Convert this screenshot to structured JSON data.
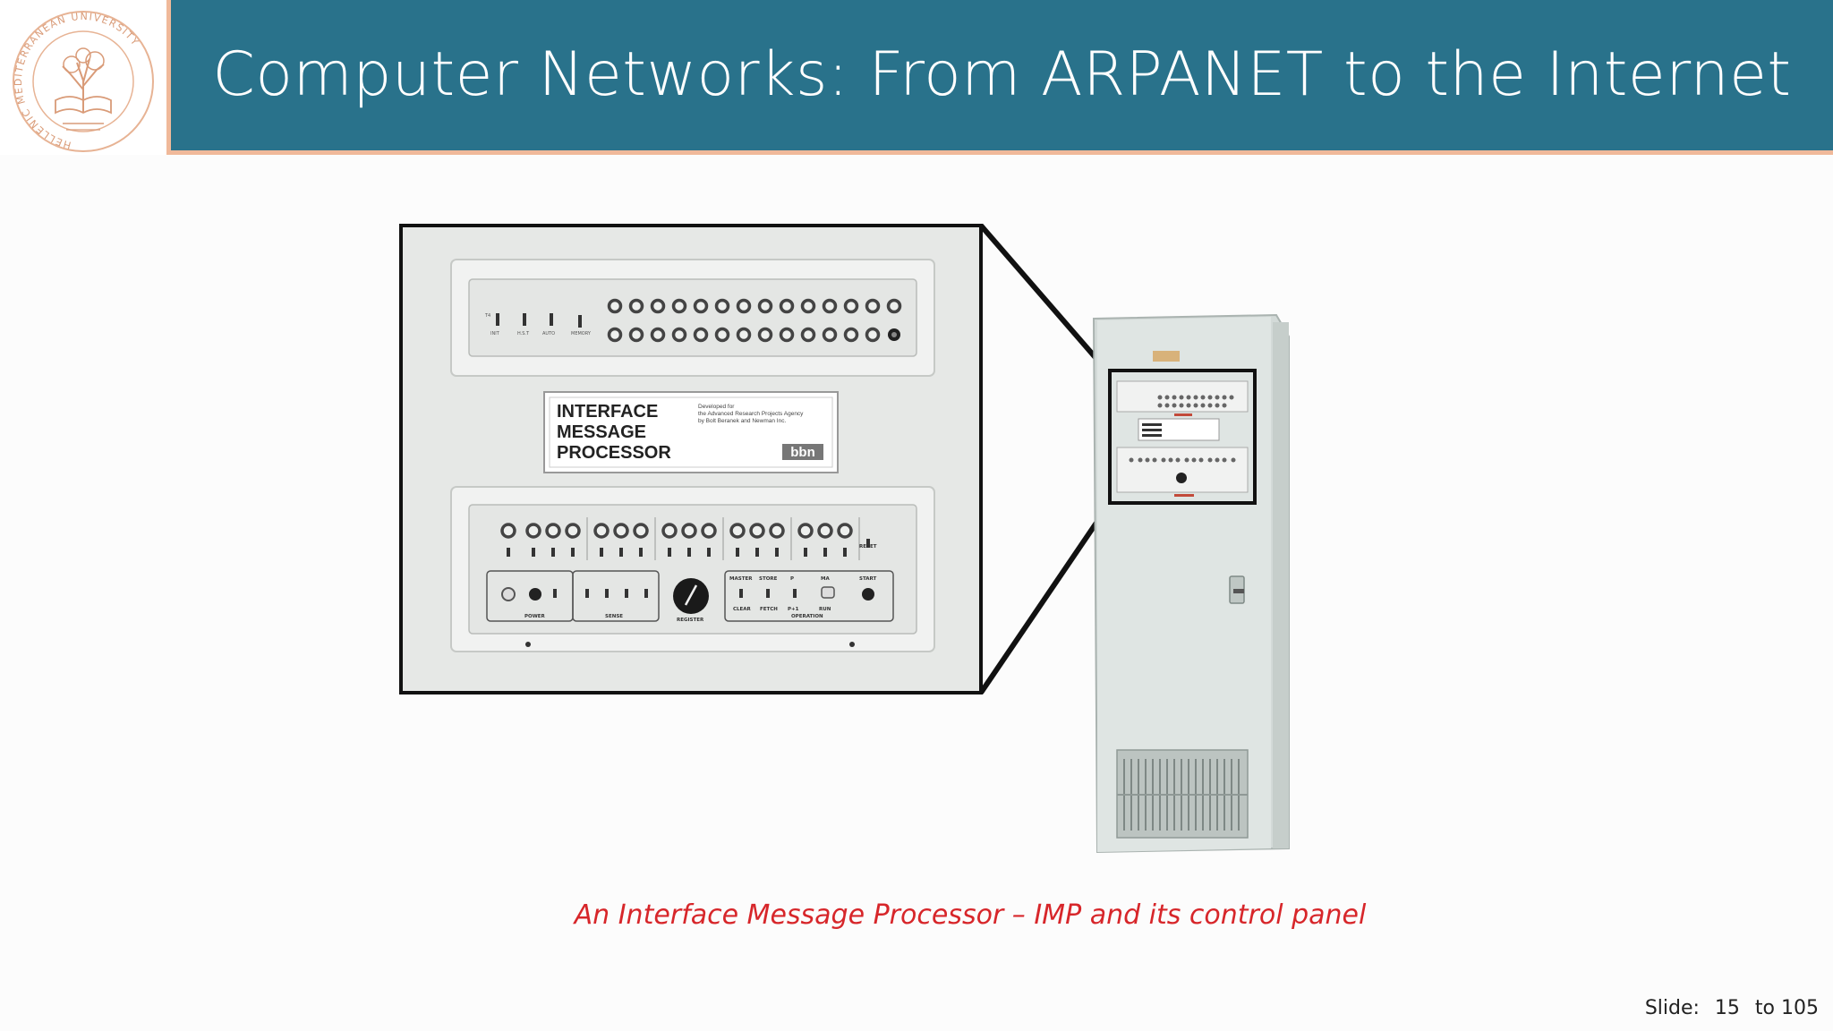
{
  "header": {
    "title": "Computer Networks: From ARPANET to the Internet"
  },
  "logo": {
    "text": "HELLENIC MEDITERRANEAN UNIVERSITY"
  },
  "figure": {
    "panel": {
      "plate_title": [
        "INTERFACE",
        "MESSAGE",
        "PROCESSOR"
      ],
      "plate_note": [
        "Developed for",
        "the Advanced Research Projects Agency",
        "by Bolt Beranek and Newman Inc."
      ],
      "brand": "bbn",
      "group_labels": [
        "POWER",
        "SENSE",
        "REGISTER",
        "OPERATION"
      ],
      "switch_labels": [
        "MASTER",
        "CLEAR",
        "STORE",
        "FETCH",
        "P",
        "P+1",
        "MA",
        "RUN",
        "START",
        "RESET"
      ]
    }
  },
  "caption": "An Interface Message Processor – IMP and its control panel",
  "footer": {
    "slide_label": "Slide:",
    "slide_number": "15",
    "slide_total": "to 105"
  },
  "colors": {
    "header": "#29728b",
    "accent": "#f0b99a",
    "caption": "#d7262a"
  }
}
